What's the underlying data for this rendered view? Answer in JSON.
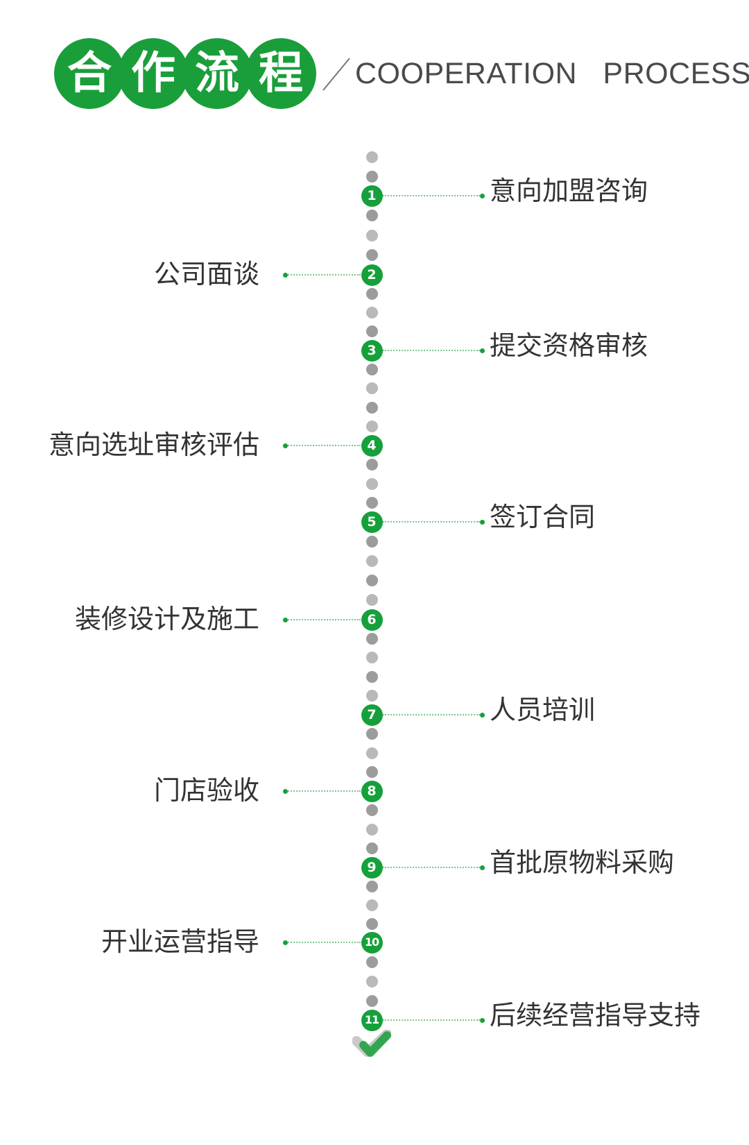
{
  "header": {
    "title_chars": [
      "合",
      "作",
      "流",
      "程"
    ],
    "subtitle": "COOPERATION   PROCESS"
  },
  "colors": {
    "accent": "#16a03b",
    "dot_gray": "#9c9c9c",
    "text": "#333333"
  },
  "steps": [
    {
      "number": "1",
      "label": "意向加盟咨询",
      "side": "right"
    },
    {
      "number": "2",
      "label": "公司面谈",
      "side": "left"
    },
    {
      "number": "3",
      "label": "提交资格审核",
      "side": "right"
    },
    {
      "number": "4",
      "label": "意向选址审核评估",
      "side": "left"
    },
    {
      "number": "5",
      "label": "签订合同",
      "side": "right"
    },
    {
      "number": "6",
      "label": "装修设计及施工",
      "side": "left"
    },
    {
      "number": "7",
      "label": "人员培训",
      "side": "right"
    },
    {
      "number": "8",
      "label": "门店验收",
      "side": "left"
    },
    {
      "number": "9",
      "label": "首批原物料采购",
      "side": "right"
    },
    {
      "number": "10",
      "label": "开业运营指导",
      "side": "left"
    },
    {
      "number": "11",
      "label": "后续经营指导支持",
      "side": "right"
    }
  ],
  "end_icon": "check-icon"
}
